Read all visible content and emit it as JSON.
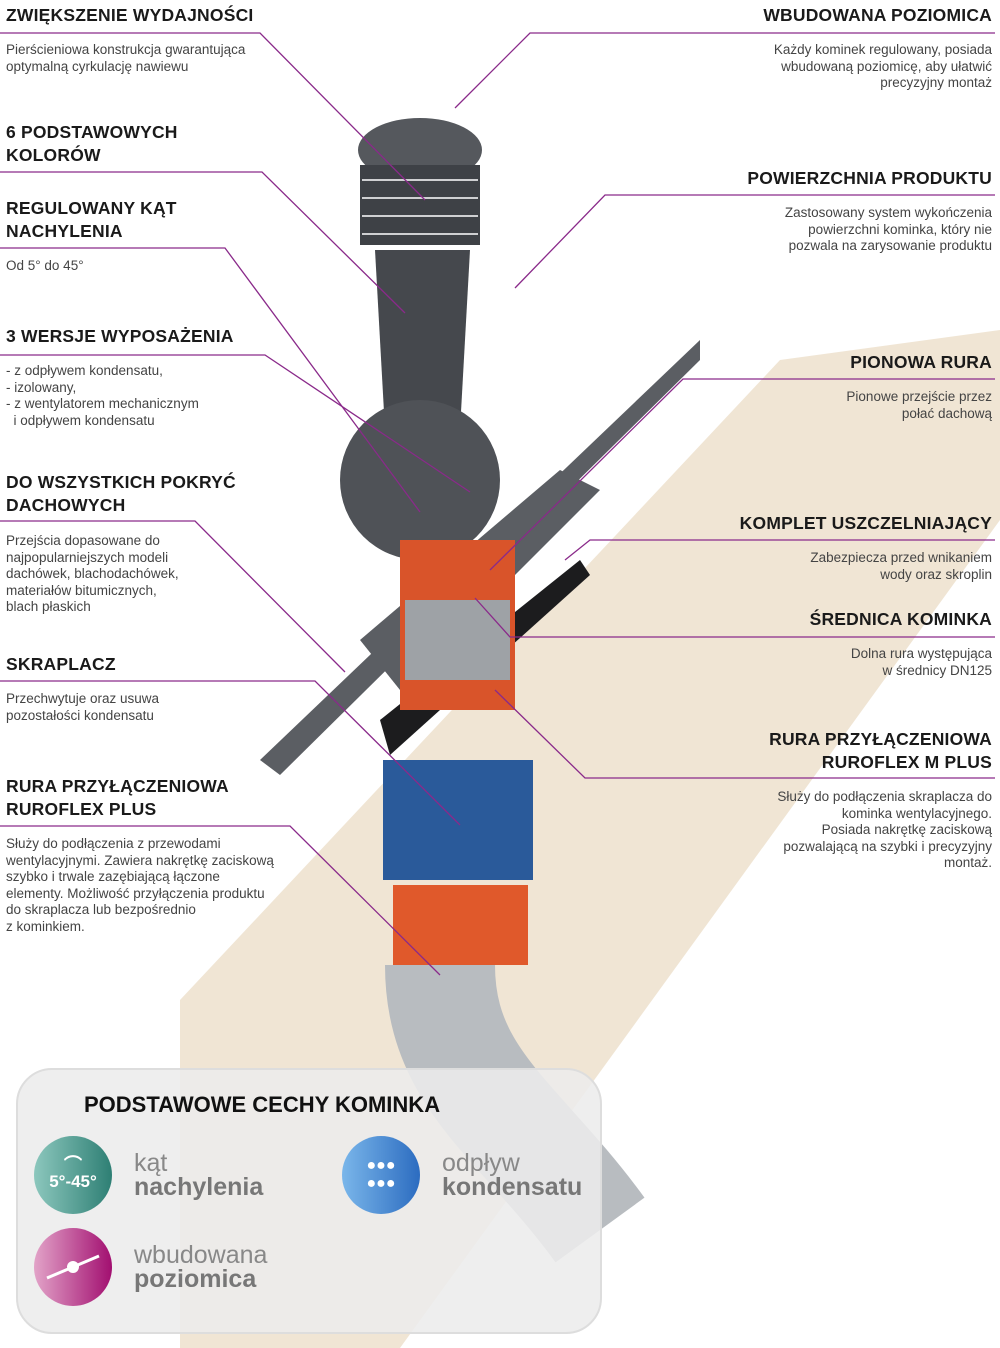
{
  "left": [
    {
      "title": "ZWIĘKSZENIE WYDAJNOŚCI",
      "desc": "Pierścieniowa konstrukcja gwarantująca\noptymalną cyrkulację nawiewu"
    },
    {
      "title": "6 PODSTAWOWYCH\nKOLORÓW",
      "desc": ""
    },
    {
      "title": "REGULOWANY KĄT\nNACHYLENIA",
      "desc": "Od 5° do 45°"
    },
    {
      "title": "3 WERSJE WYPOSAŻENIA",
      "desc": "- z odpływem kondensatu,\n- izolowany,\n- z wentylatorem mechanicznym\n  i odpływem kondensatu"
    },
    {
      "title": "DO WSZYSTKICH POKRYĆ\nDACHOWYCH",
      "desc": "Przejścia dopasowane do\nnajpopularniejszych modeli\ndachówek, blachodachówek,\nmateriałów bitumicznych,\nblach płaskich"
    },
    {
      "title": "SKRAPLACZ",
      "desc": "Przechwytuje oraz usuwa\npozostałości kondensatu"
    },
    {
      "title": "RURA PRZYŁĄCZENIOWA\nRUROFLEX PLUS",
      "desc": "Służy do podłączenia z przewodami\nwentylacyjnymi. Zawiera nakrętkę zaciskową\nszybko i trwale zazębiającą łączone\nelementy. Możliwość przyłączenia produktu\ndo skraplacza lub bezpośrednio\nz kominkiem."
    }
  ],
  "right": [
    {
      "title": "WBUDOWANA POZIOMICA",
      "desc": "Każdy kominek regulowany, posiada\nwbudowaną poziomicę, aby ułatwić\nprecyzyjny montaż"
    },
    {
      "title": "POWIERZCHNIA PRODUKTU",
      "desc": "Zastosowany system wykończenia\npowierzchni kominka, który nie\npozwala na zarysowanie produktu"
    },
    {
      "title": "PIONOWA RURA",
      "desc": "Pionowe przejście przez\npołać dachową"
    },
    {
      "title": "KOMPLET USZCZELNIAJĄCY",
      "desc": "Zabezpiecza przed wnikaniem\nwody oraz skroplin"
    },
    {
      "title": "ŚREDNICA KOMINKA",
      "desc": "Dolna rura występująca\nw średnicy DN125"
    },
    {
      "title": "RURA PRZYŁĄCZENIOWA\nRUROFLEX M PLUS",
      "desc": "Służy do podłączenia skraplacza do\nkominka wentylacyjnego.\nPosiada nakrętkę zaciskową\npozwalającą na szybki i precyzyjny\nmontaż."
    }
  ],
  "features": {
    "title": "PODSTAWOWE CECHY KOMINKA",
    "items": [
      {
        "line1": "kąt",
        "line2": "nachylenia",
        "badge": "5°-45°",
        "icon": "angle-icon",
        "color": "#3f9a8e"
      },
      {
        "line1": "odpływ",
        "line2": "kondensatu",
        "badge": "",
        "icon": "water-drops-icon",
        "color": "#3a7fd0"
      },
      {
        "line1": "wbudowana",
        "line2": "poziomica",
        "badge": "",
        "icon": "level-icon",
        "color": "#b0147a"
      }
    ]
  },
  "colors": {
    "leader": "#8a2a8a",
    "roof": "#eadbc3",
    "chimney": "#4a4d52",
    "orange": "#d9542a",
    "blue": "#2a5a9a"
  }
}
